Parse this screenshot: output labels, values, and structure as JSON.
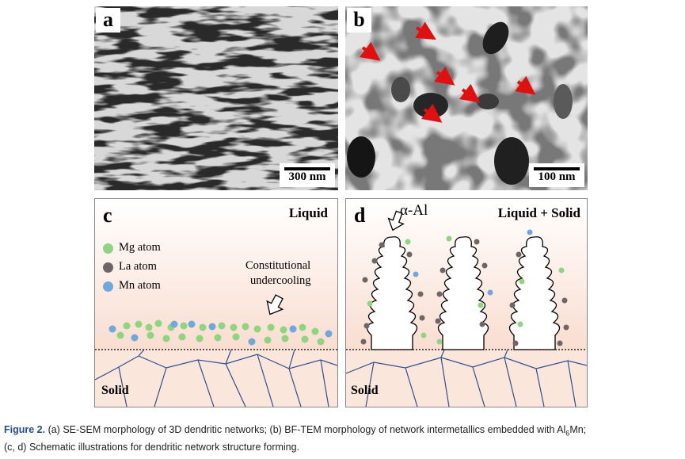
{
  "panels": {
    "a": {
      "letter": "a",
      "scale_bar": "300 nm"
    },
    "b": {
      "letter": "b",
      "scale_bar": "100 nm"
    },
    "c": {
      "letter": "c",
      "region_top": "Liquid",
      "region_bottom": "Solid",
      "legend": [
        {
          "label": "Mg atom",
          "color": "#8fd47f"
        },
        {
          "label": "La atom",
          "color": "#6f6565"
        },
        {
          "label": "Mn atom",
          "color": "#6ea8dc"
        }
      ],
      "annotation_line1": "Constitutional",
      "annotation_line2": "undercooling"
    },
    "d": {
      "letter": "d",
      "region_top": "Liquid + Solid",
      "region_bottom": "Solid",
      "dendrite_label": "α-Al"
    }
  },
  "caption": {
    "figure_label": "Figure 2.",
    "text_part1": " (a) SE-SEM morphology of 3D dendritic networks; (b) BF-TEM morphology of network intermetallics embedded with Al",
    "sub1": "6",
    "text_part2": "Mn;",
    "line2": "(c, d) Schematic illustrations for dendritic network structure forming."
  },
  "colors": {
    "liquid_top": "#ffffff",
    "liquid_bottom": "#f9ddd0",
    "grain_line": "#2f4f8f",
    "arrow_red": "#e01010",
    "caption_accent": "#1f4e8c"
  }
}
